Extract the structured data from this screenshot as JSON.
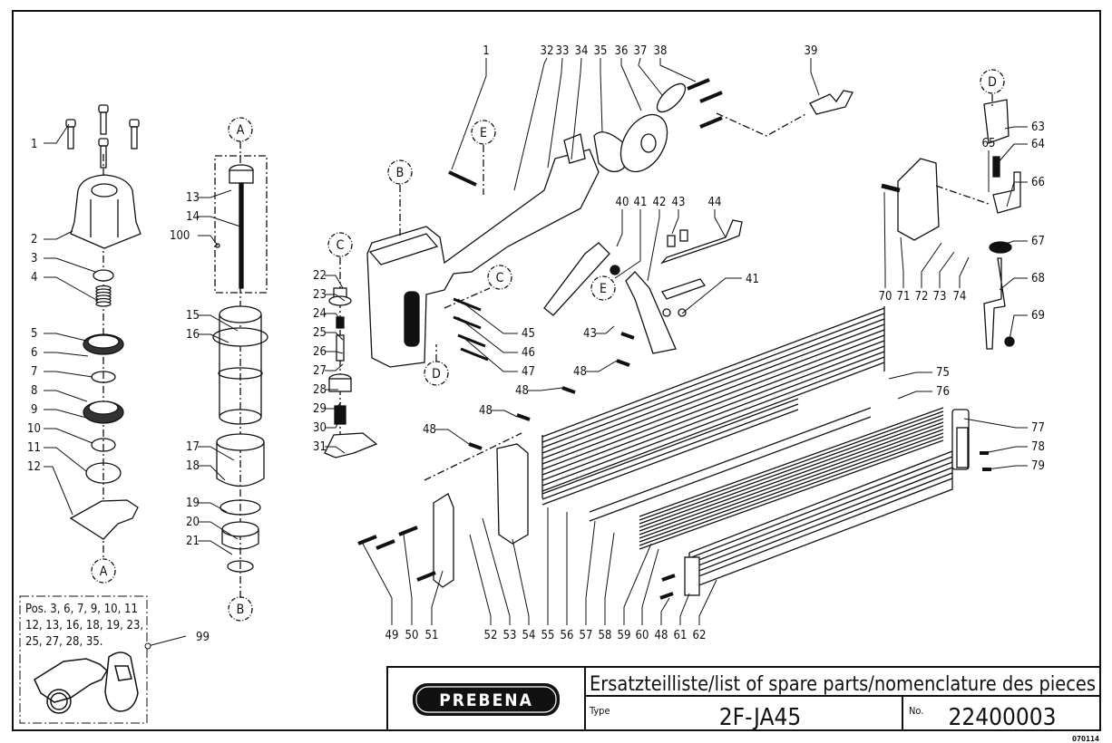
{
  "sheet": {
    "title": "Ersatzteilliste/list of spare parts/nomenclature des pieces",
    "brand": "PREBENA",
    "type_label": "Type",
    "type_value": "2F-JA45",
    "no_label": "No.",
    "no_value": "22400003",
    "doc_code": "070114"
  },
  "detail_circles": {
    "A": "A",
    "B": "B",
    "C": "C",
    "D": "D",
    "E": "E"
  },
  "kit_box": {
    "lines": [
      "Pos. 3, 6, 7, 9, 10, 11",
      "12, 13, 16, 18, 19, 23,",
      "25, 27, 28, 35."
    ],
    "part_no": "99"
  },
  "callouts": {
    "left_column": [
      "1",
      "2",
      "3",
      "4",
      "5",
      "6",
      "7",
      "8",
      "9",
      "10",
      "11",
      "12"
    ],
    "driver_column": [
      "13",
      "14",
      "100",
      "15",
      "16",
      "17",
      "18",
      "19",
      "20",
      "21"
    ],
    "valve_column": [
      "22",
      "23",
      "24",
      "25",
      "26",
      "27",
      "28",
      "29",
      "30",
      "31"
    ],
    "top_row": [
      "1",
      "32",
      "33",
      "34",
      "35",
      "36",
      "37",
      "38",
      "39"
    ],
    "bracket_row": [
      "40",
      "41",
      "42",
      "43",
      "44",
      "41",
      "43",
      "45",
      "46",
      "47",
      "48",
      "48",
      "48",
      "48"
    ],
    "bottom_row": [
      "49",
      "50",
      "51",
      "52",
      "53",
      "54",
      "55",
      "56",
      "57",
      "58",
      "59",
      "60",
      "48",
      "61",
      "62"
    ],
    "right_group": [
      "63",
      "64",
      "65",
      "66",
      "67",
      "68",
      "69",
      "70",
      "71",
      "72",
      "73",
      "74"
    ],
    "magazine_right": [
      "75",
      "76",
      "77",
      "78",
      "79"
    ]
  }
}
